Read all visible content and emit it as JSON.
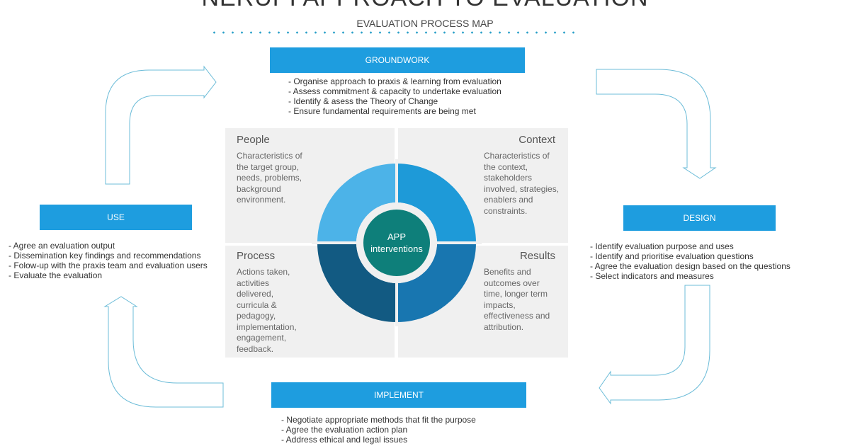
{
  "title": "NERUPI APPROACH TO EVALUATION",
  "subtitle": "EVALUATION PROCESS MAP",
  "stages": {
    "groundwork": {
      "label": "GROUNDWORK",
      "items": [
        "- Organise approach to praxis & learning from evaluation",
        "- Assess commitment & capacity to undertake evaluation",
        "- Identify & asess the Theory of Change",
        "- Ensure fundamental requirements are being met"
      ]
    },
    "design": {
      "label": "DESIGN",
      "items": [
        "- Identify evaluation purpose and uses",
        "- Identify and prioritise evaluation questions",
        "- Agree the evaluation design based on the questions",
        "- Select indicators and measures"
      ]
    },
    "implement": {
      "label": "IMPLEMENT",
      "items": [
        "- Negotiate appropriate methods that fit the purpose",
        "- Agree the evaluation action plan",
        "- Address ethical and legal issues"
      ]
    },
    "use": {
      "label": "USE",
      "items": [
        "- Agree an evaluation output",
        "- Dissemination key findings and recommendations",
        "- Folow-up with the praxis team and evaluation users",
        "- Evaluate the evaluation"
      ]
    }
  },
  "quadrants": {
    "people": {
      "title": "People",
      "text": "Characteristics of the target group, needs, problems, background environment."
    },
    "context": {
      "title": "Context",
      "text": "Characteristics of the context, stakeholders involved, strategies, enablers and constraints."
    },
    "process": {
      "title": "Process",
      "text": "Actions taken, activities delivered, curricula & pedagogy, implementation, engagement, feedback."
    },
    "results": {
      "title": "Results",
      "text": "Benefits and outcomes over time, longer term impacts, effectiveness and attribution."
    }
  },
  "center": {
    "line1": "APP",
    "line2": "interventions"
  },
  "colors": {
    "stage": "#1e9ddf",
    "q_people": "#4cb3e8",
    "q_context": "#1e9ad8",
    "q_process": "#125a82",
    "q_results": "#1876b0",
    "center": "#0e7f7a",
    "arrow": "#6cbcd8"
  }
}
